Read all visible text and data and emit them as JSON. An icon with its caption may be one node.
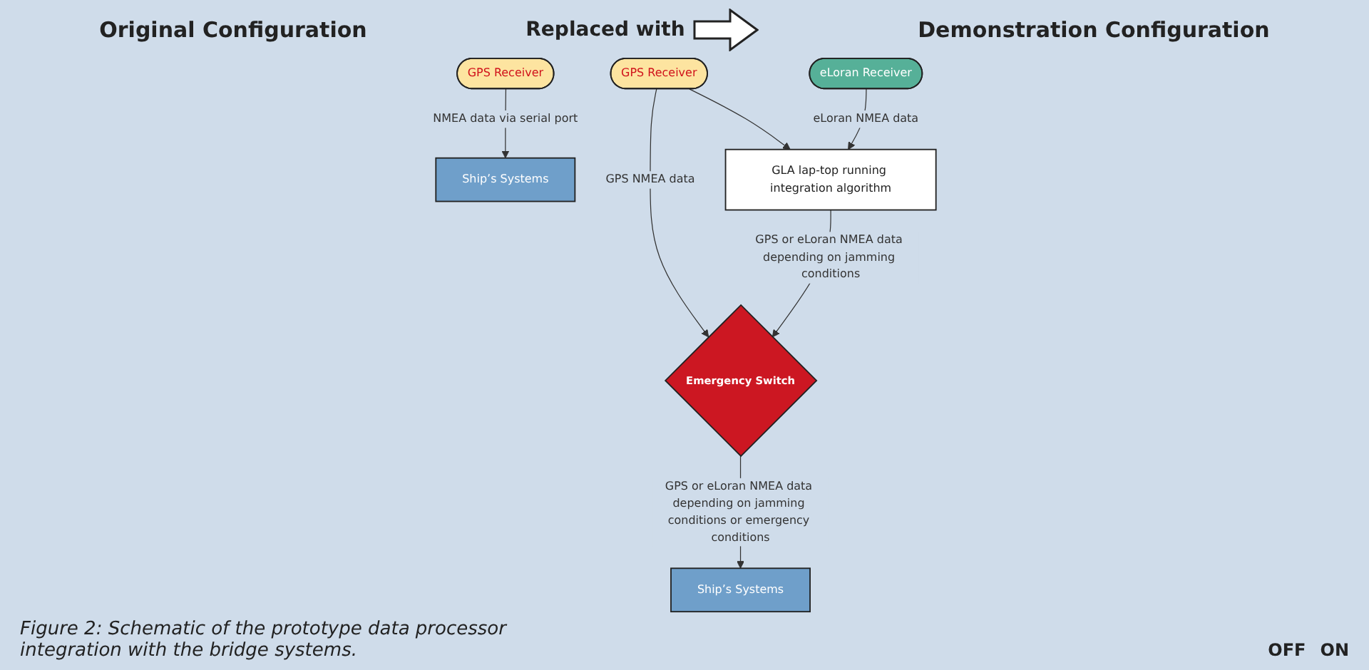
{
  "diagram": {
    "caption": "Figure 2: Schematic of the prototype data processor integration with the bridge systems.",
    "nodes": [
      {
        "text": [
          "GPS Receiver"
        ]
      },
      {
        "text": [
          "Ship’s Systems"
        ]
      },
      {
        "text": [
          "GPS Receiver"
        ]
      },
      {
        "text": [
          "eLoran Receiver"
        ]
      },
      {
        "text": [
          "GLA lap-top running integration algorithm"
        ]
      },
      {
        "text": [
          "Emergency Switch"
        ]
      },
      {
        "text": [
          "Ship’s Systems"
        ]
      }
    ],
    "edges": [
      {
        "from": 0,
        "to": 1,
        "arrow": "to",
        "label": "NMEA data via serial port"
      },
      {
        "from": 2,
        "to": 4,
        "arrow": "to"
      },
      {
        "from": 3,
        "to": 4,
        "arrow": "to",
        "label": "eLoran NMEA data"
      },
      {
        "from": 2,
        "to": 5,
        "arrow": "to",
        "label": "GPS NMEA data"
      },
      {
        "from": 4,
        "to": 5,
        "arrow": "to",
        "label": "GPS or eLoran NMEA data depending on jamming conditions"
      },
      {
        "from": 5,
        "to": 6,
        "arrow": "to",
        "label": "GPS or eLoran NMEA data depending on jamming conditions or emergency conditions"
      }
    ],
    "labels": [
      "Original Configuration",
      "Demonstration Configuration",
      "Replaced with",
      "OFF",
      "ON"
    ]
  }
}
